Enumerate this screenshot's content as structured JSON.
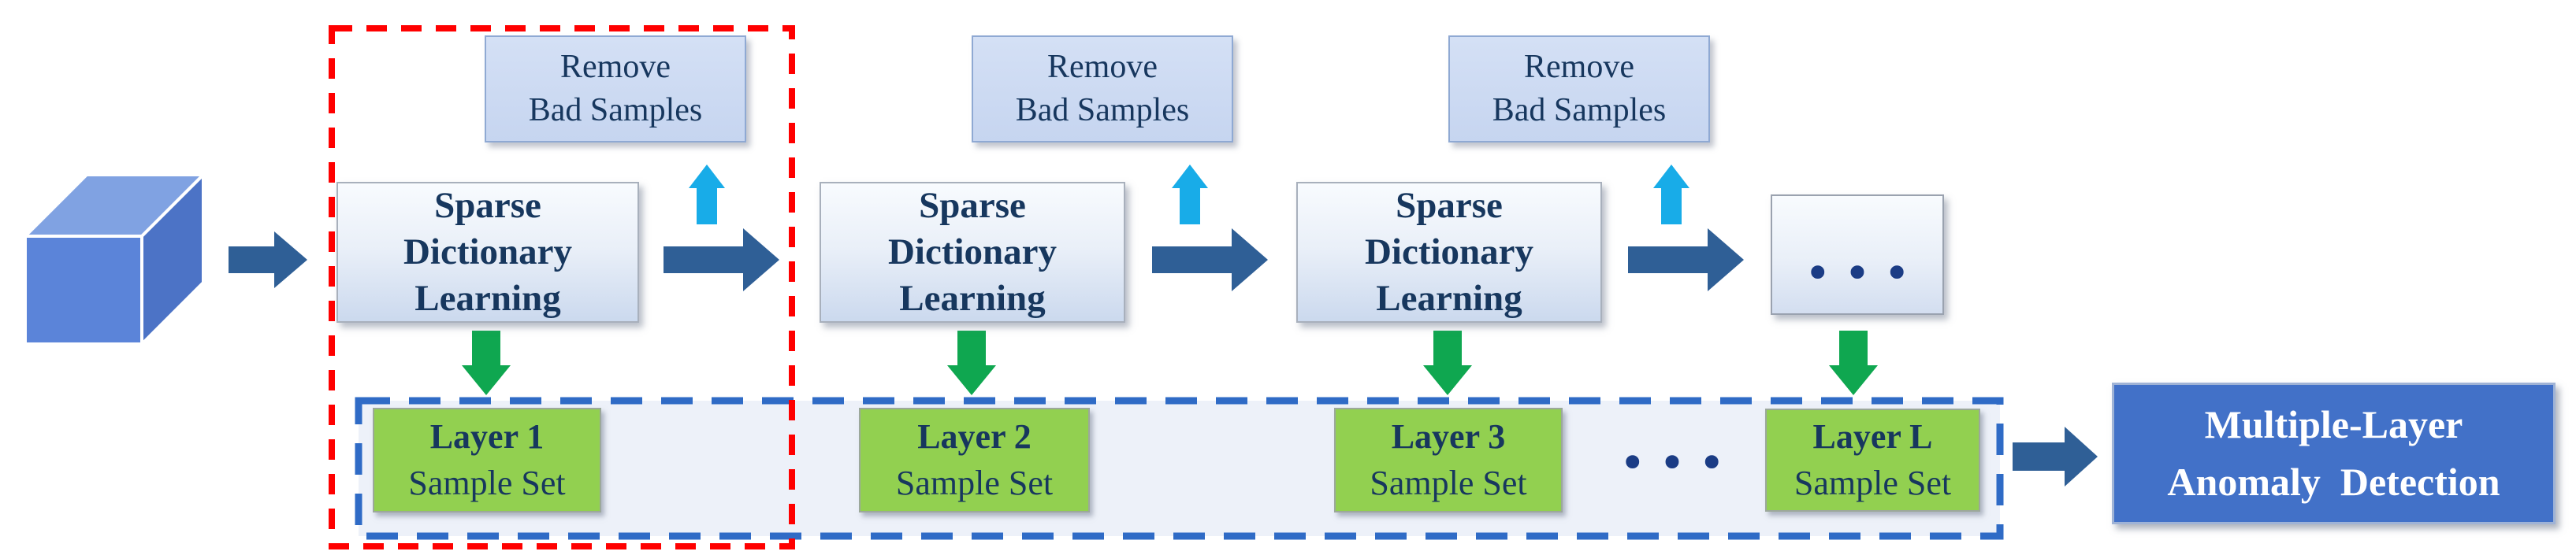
{
  "palette": {
    "background": "#FFFFFF",
    "flow_arrow_blue": "#2F5F96",
    "feedback_arrow_cyan": "#18ACE8",
    "sample_arrow_green": "#0FA750",
    "remove_box_fill": "#C9D7F1",
    "process_box_fill_top": "#F8FBFE",
    "process_box_fill_bottom": "#CBD9EE",
    "layer_box_fill": "#92D050",
    "output_box_fill": "#4271C8",
    "highlight_dashed_red": "#FF0000",
    "region_dashed_blue": "#2F6BC6",
    "region_fill": "#EDF1F9",
    "text_navy": "#17375E",
    "text_white": "#FFFFFF",
    "cube_top": "#80A2E2",
    "cube_front": "#5B84D9",
    "cube_side": "#4C73C6",
    "ellipsis_dot_navy": "#1B3C85"
  },
  "stages": [
    {
      "remove_box": {
        "lines": [
          "Remove",
          "Bad Samples"
        ]
      },
      "process_box": {
        "lines": [
          "Sparse",
          "Dictionary",
          "Learning"
        ]
      },
      "layer_box": {
        "title": "Layer 1",
        "subtitle": "Sample Set"
      }
    },
    {
      "remove_box": {
        "lines": [
          "Remove",
          "Bad Samples"
        ]
      },
      "process_box": {
        "lines": [
          "Sparse",
          "Dictionary",
          "Learning"
        ]
      },
      "layer_box": {
        "title": "Layer 2",
        "subtitle": "Sample Set"
      }
    },
    {
      "remove_box": {
        "lines": [
          "Remove",
          "Bad Samples"
        ]
      },
      "process_box": {
        "lines": [
          "Sparse",
          "Dictionary",
          "Learning"
        ]
      },
      "layer_box": {
        "title": "Layer 3",
        "subtitle": "Sample Set"
      }
    },
    {
      "process_box": {
        "ellipsis": "•••"
      },
      "layer_box": {
        "title": "Layer L",
        "subtitle": "Sample Set"
      }
    }
  ],
  "between_layers_ellipsis": "•••",
  "output_box": {
    "lines": [
      "Multiple-Layer",
      "Anomaly  Detection"
    ]
  }
}
